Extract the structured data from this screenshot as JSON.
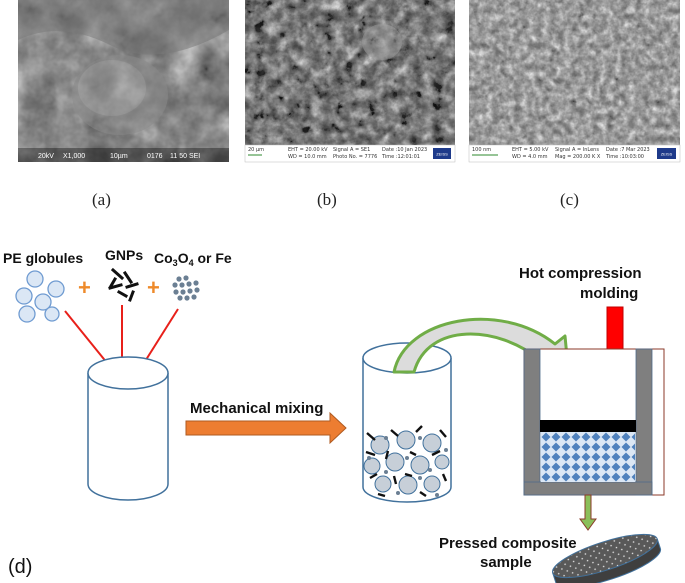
{
  "captions": {
    "a": "(a)",
    "b": "(b)",
    "c": "(c)",
    "d": "(d)"
  },
  "sem_a_databar": [
    "20kV",
    "X1,000",
    "10µm",
    "0176",
    "11 50 SEI"
  ],
  "sem_b_databar": {
    "scale": "20 µm",
    "col1": [
      "EHT = 20.00 kV",
      "WD = 10.0 mm"
    ],
    "col2": [
      "Signal A = SE1",
      "Photo No. = 7776"
    ],
    "col3": [
      "Date :10 Jan 2023",
      "Time :12:01:01"
    ],
    "brand": "ZEISS"
  },
  "sem_c_databar": {
    "scale": "100 nm",
    "col1": [
      "EHT = 5.00 kV",
      "WD = 4.0 mm"
    ],
    "col2": [
      "Signal A = InLens",
      "Mag = 200.00 K X"
    ],
    "col3": [
      "Date :7 Mar 2023",
      "Time :10:03:00"
    ],
    "brand": "ZEISS"
  },
  "labels": {
    "pe_globules": "PE globules",
    "gnps": "GNPs",
    "co3o4_main": "Co",
    "co3o4_sub1": "3",
    "co3o4_o": "O",
    "co3o4_sub2": "4",
    "co3o4_tail": " or Fe",
    "plus": "+",
    "mechanical_mixing": "Mechanical mixing",
    "hot_compression_line1": "Hot compression",
    "hot_compression_line2": "molding",
    "pressed_line1": "Pressed composite",
    "pressed_line2": "sample"
  },
  "colors": {
    "arrow_red": "#e8201a",
    "plus_orange": "#ee8a2a",
    "mixing_arrow": "#ed7d31",
    "curved_arrow_stroke": "#70ad47",
    "cylinder_stroke": "#41719c",
    "mold_wall": "#7f7f7f",
    "press_red": "#ff0000",
    "diamond_blue": "#4f81bd",
    "pellet_grey": "#595959"
  }
}
